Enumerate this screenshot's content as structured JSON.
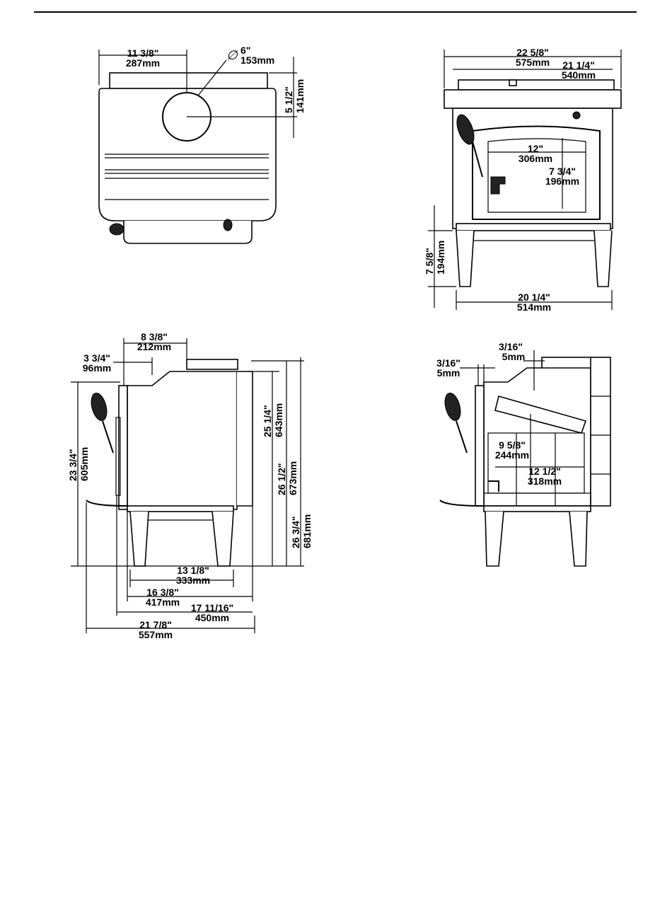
{
  "views": {
    "top": {
      "flue_offset_in": "11 3/8\"",
      "flue_offset_mm": "287mm",
      "flue_dia_symbol": "∅",
      "flue_dia_in": "6\"",
      "flue_dia_mm": "153mm",
      "flue_depth_in": "5 1/2\"",
      "flue_depth_mm": "141mm"
    },
    "front": {
      "overall_width_in": "22 5/8\"",
      "overall_width_mm": "575mm",
      "top_width_in": "21 1/4\"",
      "top_width_mm": "540mm",
      "glass_width_in": "12\"",
      "glass_width_mm": "306mm",
      "glass_height_in": "7 3/4\"",
      "glass_height_mm": "196mm",
      "leg_height_in": "7 5/8\"",
      "leg_height_mm": "194mm",
      "leg_width_in": "20 1/4\"",
      "leg_width_mm": "514mm"
    },
    "side": {
      "flue_center_in": "8 3/8\"",
      "flue_center_mm": "212mm",
      "handle_offset_in": "3 3/4\"",
      "handle_offset_mm": "96mm",
      "door_height_in": "23 3/4\"",
      "door_height_mm": "605mm",
      "flue_height_in": "25 1/4\"",
      "flue_height_mm": "643mm",
      "top_height_in": "26 1/2\"",
      "top_height_mm": "673mm",
      "overall_height_in": "26 3/4\"",
      "overall_height_mm": "681mm",
      "leg_depth_in": "13 1/8\"",
      "leg_depth_mm": "333mm",
      "depth1_in": "16 3/8\"",
      "depth1_mm": "417mm",
      "depth2_in": "17 11/16\"",
      "depth2_mm": "450mm",
      "overall_depth_in": "21  7/8\"",
      "overall_depth_mm": "557mm"
    },
    "section": {
      "clear_in": "3/16\"",
      "clear_mm": "5mm",
      "gap_in": "3/16\"",
      "gap_mm": "5mm",
      "firebox_height_in": "9  5/8\"",
      "firebox_height_mm": "244mm",
      "firebox_depth_in": "12 1/2\"",
      "firebox_depth_mm": "318mm"
    }
  }
}
